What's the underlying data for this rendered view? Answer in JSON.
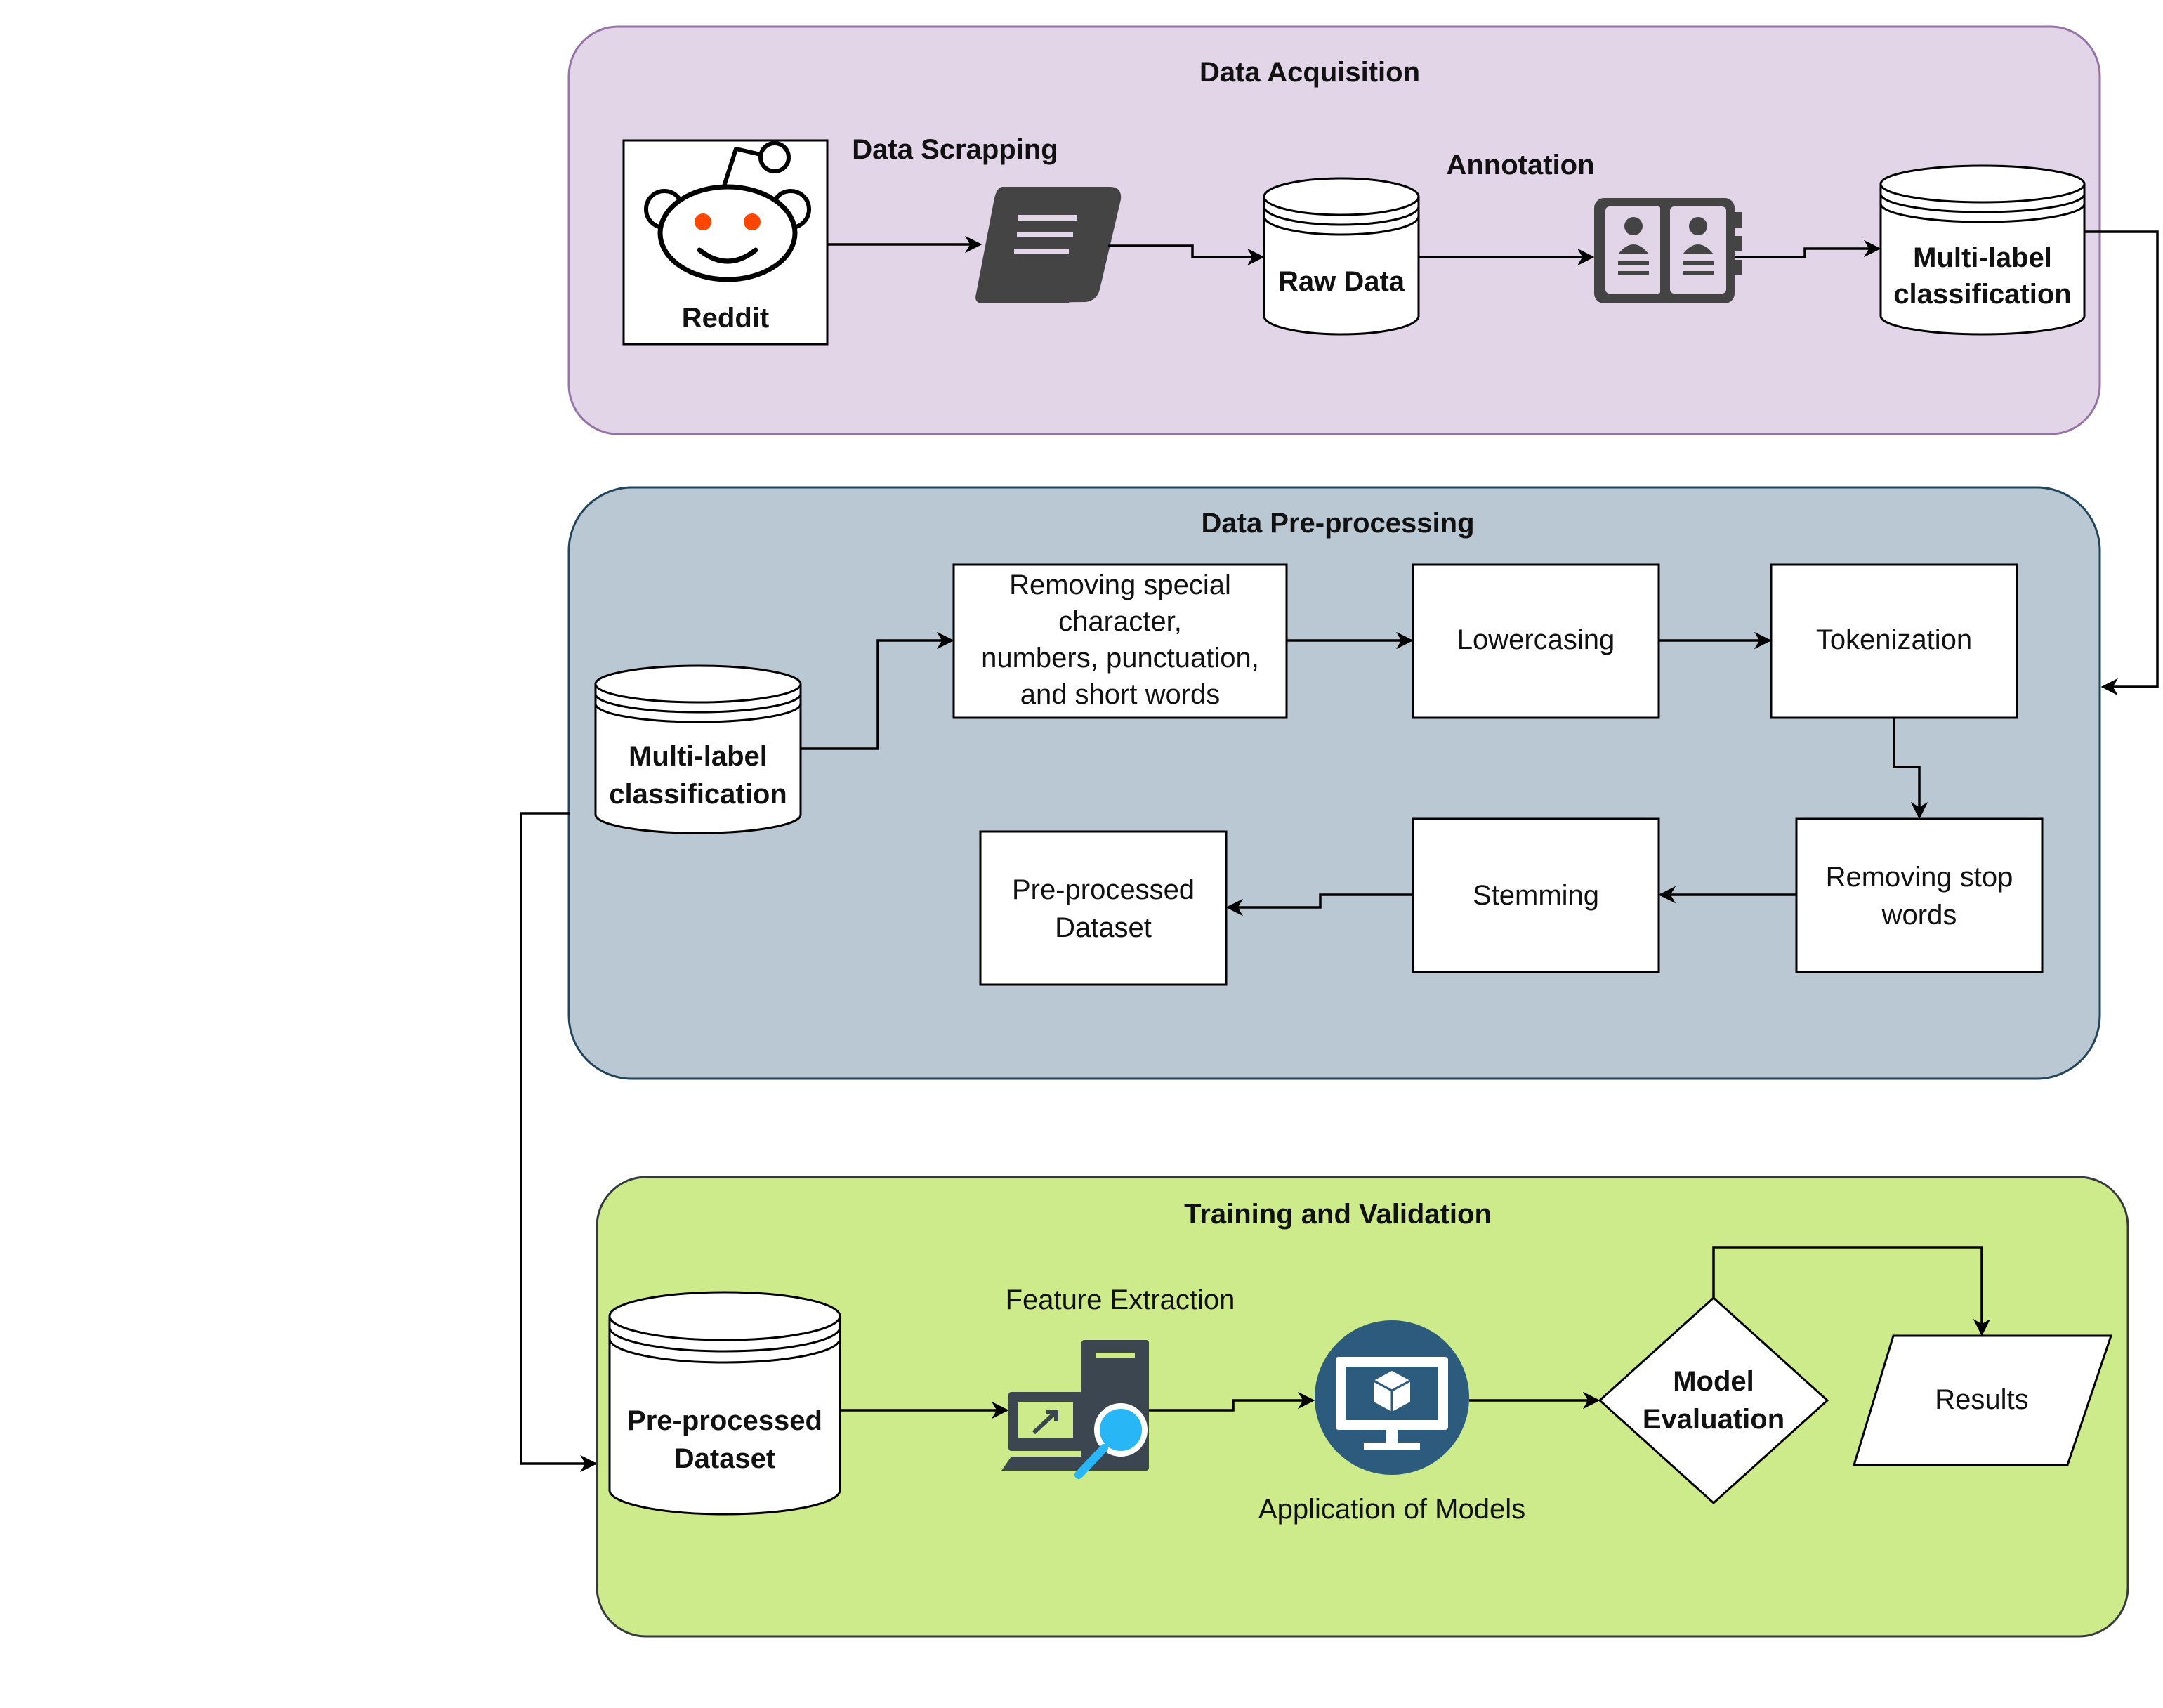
{
  "sections": {
    "acquisition": {
      "title": "Data Acquisition",
      "reddit_label": "Reddit",
      "scrapping_label": "Data Scrapping",
      "raw_data_label": "Raw Data",
      "annotation_label": "Annotation",
      "multilabel_line1": "Multi-label",
      "multilabel_line2": "classification",
      "fill": "#e1d5e7",
      "stroke": "#9673a6"
    },
    "preprocessing": {
      "title": "Data Pre-processing",
      "db_line1": "Multi-label",
      "db_line2": "classification",
      "removing_special": [
        "Removing special",
        "character,",
        "numbers, punctuation,",
        "and short words"
      ],
      "lowercasing": "Lowercasing",
      "tokenization": "Tokenization",
      "removing_stop": [
        "Removing stop",
        "words"
      ],
      "stemming": "Stemming",
      "preprocessed": [
        "Pre-processed",
        "Dataset"
      ],
      "fill": "#bac8d3",
      "stroke": "#23445d"
    },
    "training": {
      "title": "Training and Validation",
      "db_line1": "Pre-processed",
      "db_line2": "Dataset",
      "feature_extraction": "Feature Extraction",
      "application_models": "Application of Models",
      "model_eval_line1": "Model",
      "model_eval_line2": "Evaluation",
      "results": "Results",
      "fill": "#cdeb8b",
      "stroke": "#36393d"
    }
  },
  "icons": {
    "reddit": "reddit-logo-icon",
    "scroll": "scroll-document-icon",
    "annotation": "address-book-icon",
    "feature_extraction": "computer-search-icon",
    "application_models": "monitor-cube-icon"
  },
  "colors": {
    "icon_dark": "#444444",
    "reddit_eyes": "#ff4500",
    "models_circle": "#2d5b7d",
    "search_lens": "#29b6f6",
    "monitor_teal": "#3a6f8f"
  }
}
